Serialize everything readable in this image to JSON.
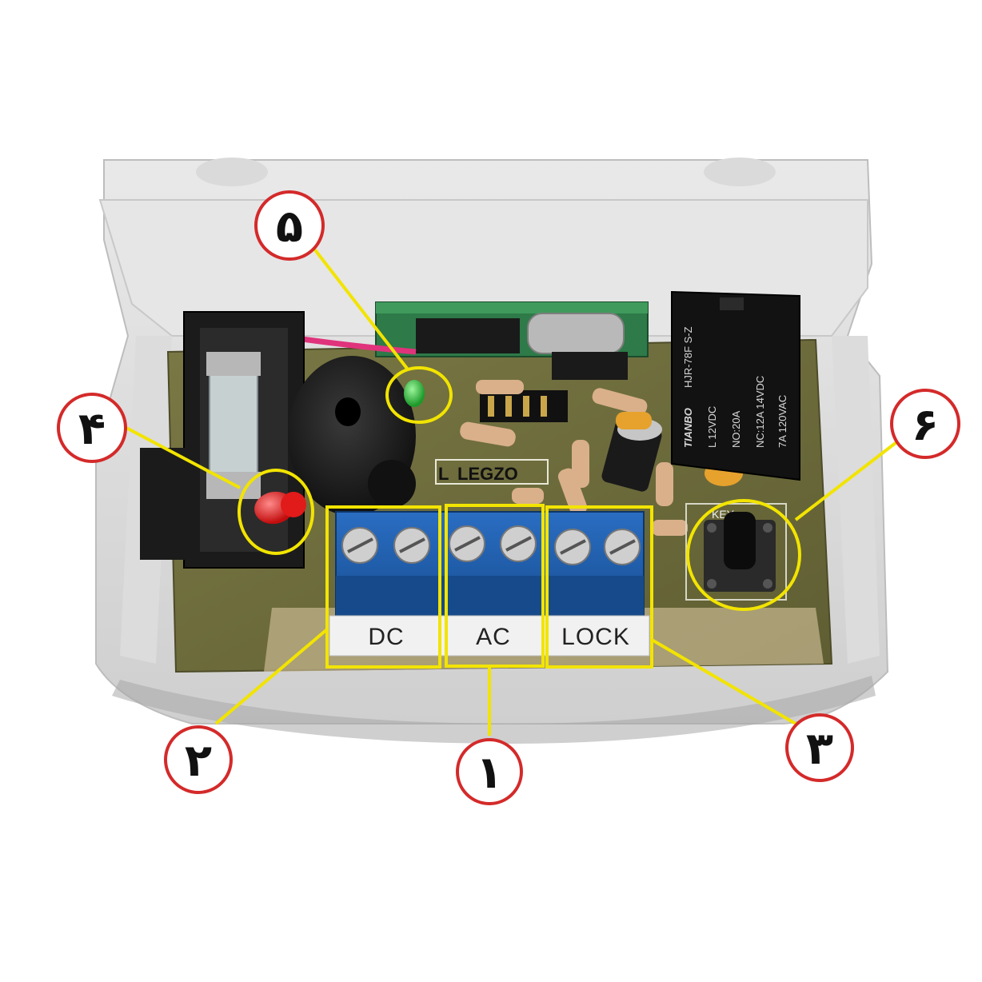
{
  "photo": {
    "terminal_labels": {
      "dc": "DC",
      "ac": "AC",
      "lock": "LOCK"
    },
    "board_brand": "LEGZO",
    "board_brand_prefix": "L",
    "relay": {
      "brand": "TIANBO",
      "model": "HJR-78F S-Z",
      "coil": "L 12VDC",
      "rating_1": "NO:20A",
      "rating_2": "NC:12A 14VDC",
      "rating_3": "7A 120VAC"
    },
    "key_label": "KEY"
  },
  "callouts": [
    {
      "id": "1",
      "label": "۱"
    },
    {
      "id": "2",
      "label": "۲"
    },
    {
      "id": "3",
      "label": "۳"
    },
    {
      "id": "4",
      "label": "۴"
    },
    {
      "id": "5",
      "label": "۵"
    },
    {
      "id": "6",
      "label": "۶"
    }
  ],
  "colors": {
    "callout_circle": "#d42a2a",
    "highlight": "#f2e400",
    "terminal_blue": "#1f5fb0",
    "pcb": "#6b6a3c"
  }
}
